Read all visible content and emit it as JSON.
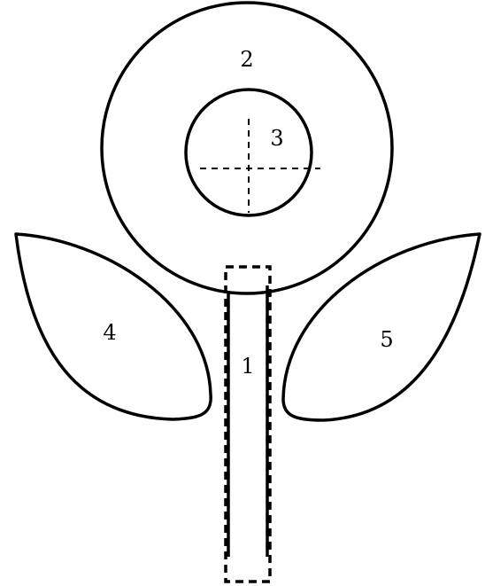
{
  "diagram": {
    "pieces": [
      {
        "id": "1",
        "label": "1",
        "shape": "stem"
      },
      {
        "id": "2",
        "label": "2",
        "shape": "outer-circle"
      },
      {
        "id": "3",
        "label": "3",
        "shape": "inner-circle"
      },
      {
        "id": "4",
        "label": "4",
        "shape": "left-leaf"
      },
      {
        "id": "5",
        "label": "5",
        "shape": "right-leaf"
      }
    ],
    "colors": {
      "stroke": "#000000",
      "fill": "#ffffff"
    }
  }
}
